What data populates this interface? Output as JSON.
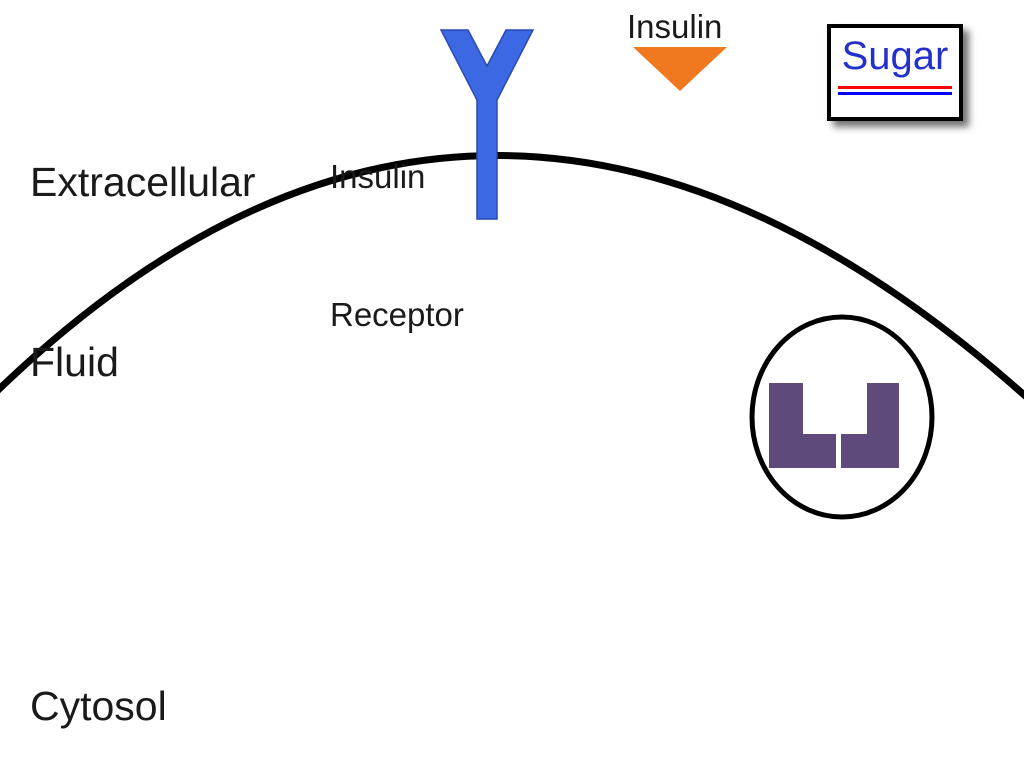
{
  "labels": {
    "extracellular_fluid_line1": "Extracellular",
    "extracellular_fluid_line2": "Fluid",
    "insulin_receptor_line1": "Insulin",
    "insulin_receptor_line2": "Receptor",
    "insulin": "Insulin",
    "sugar": "Sugar",
    "cytosol": "Cytosol"
  },
  "shapes": {
    "insulin_receptor": "blue Y-shaped receptor embedded in membrane",
    "insulin_molecule": "orange downward triangle",
    "cell_membrane": "black arc separating extracellular fluid from cytosol",
    "vesicle": "black outlined circle inside cytosol",
    "glucose_transporter": "two mirrored purple L-shaped halves inside vesicle"
  },
  "colors": {
    "receptor_blue": "#3d68e4",
    "insulin_orange": "#f0781e",
    "transporter_purple": "#5f4b7b",
    "sugar_text_blue": "#2430cc",
    "underline_red": "#ff0000",
    "underline_blue": "#0000ff",
    "membrane_black": "#000000",
    "text_color": "#1a1a1a",
    "background": "#ffffff"
  }
}
